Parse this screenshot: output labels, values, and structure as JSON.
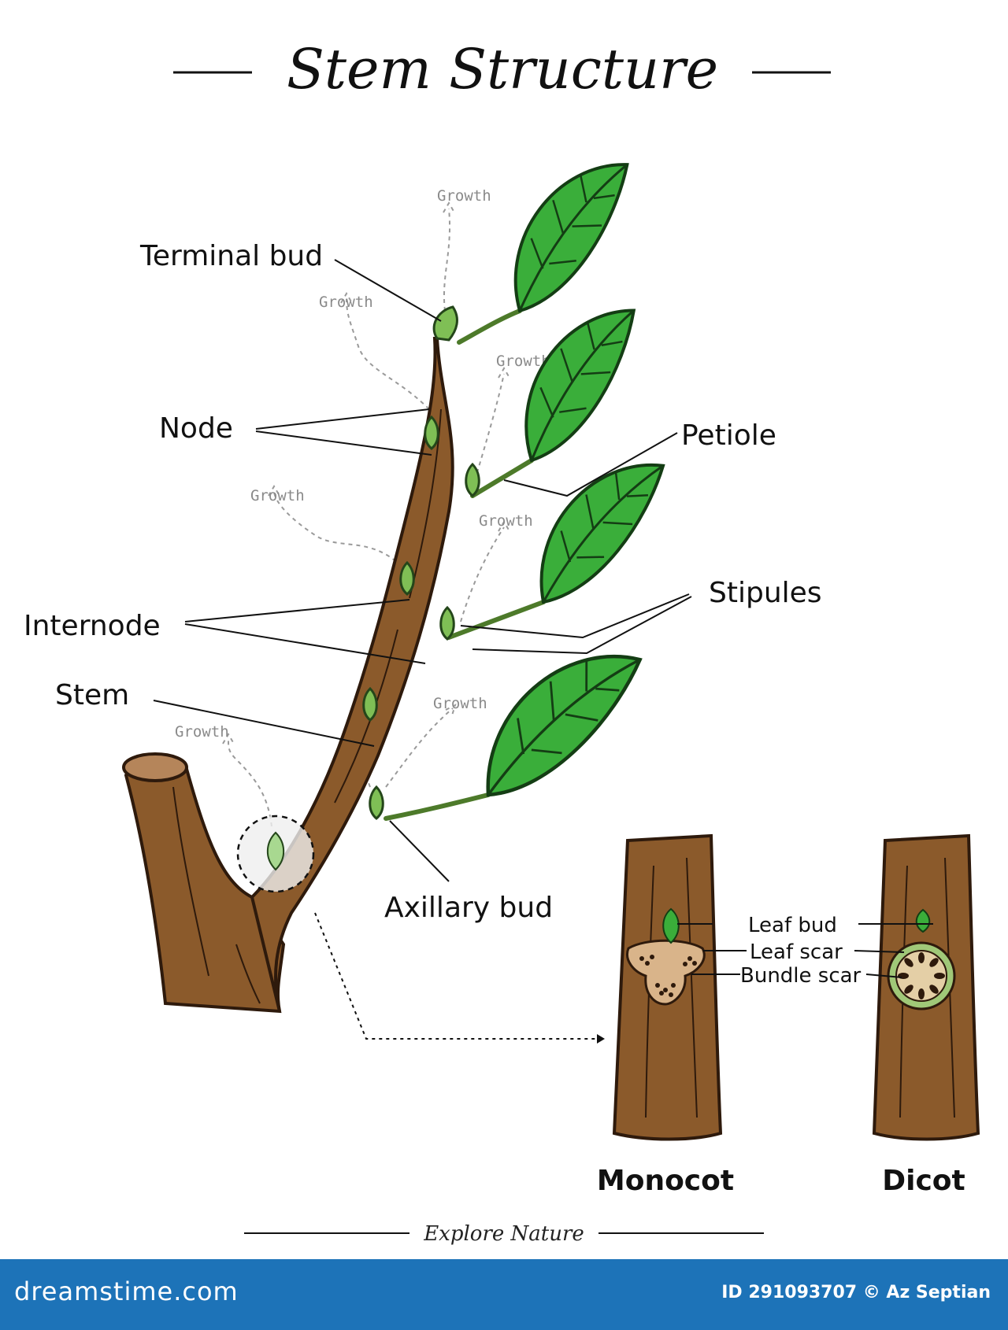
{
  "title": "Stem Structure",
  "labels": {
    "terminal_bud": "Terminal bud",
    "node": "Node",
    "petiole": "Petiole",
    "stipules": "Stipules",
    "internode": "Internode",
    "stem": "Stem",
    "axillary_bud": "Axillary bud",
    "leaf_bud": "Leaf bud",
    "leaf_scar": "Leaf scar",
    "bundle_scar": "Bundle scar"
  },
  "growth_label": "Growth",
  "captions": {
    "monocot": "Monocot",
    "dicot": "Dicot"
  },
  "subtitle": "Explore Nature",
  "footer": {
    "brand": "dreamstime.com",
    "credit": "ID 291093707 © Az Septian"
  },
  "colors": {
    "leaf": "#3aae3a",
    "bark": "#8b5a2b",
    "footer": "#1d73b8"
  }
}
